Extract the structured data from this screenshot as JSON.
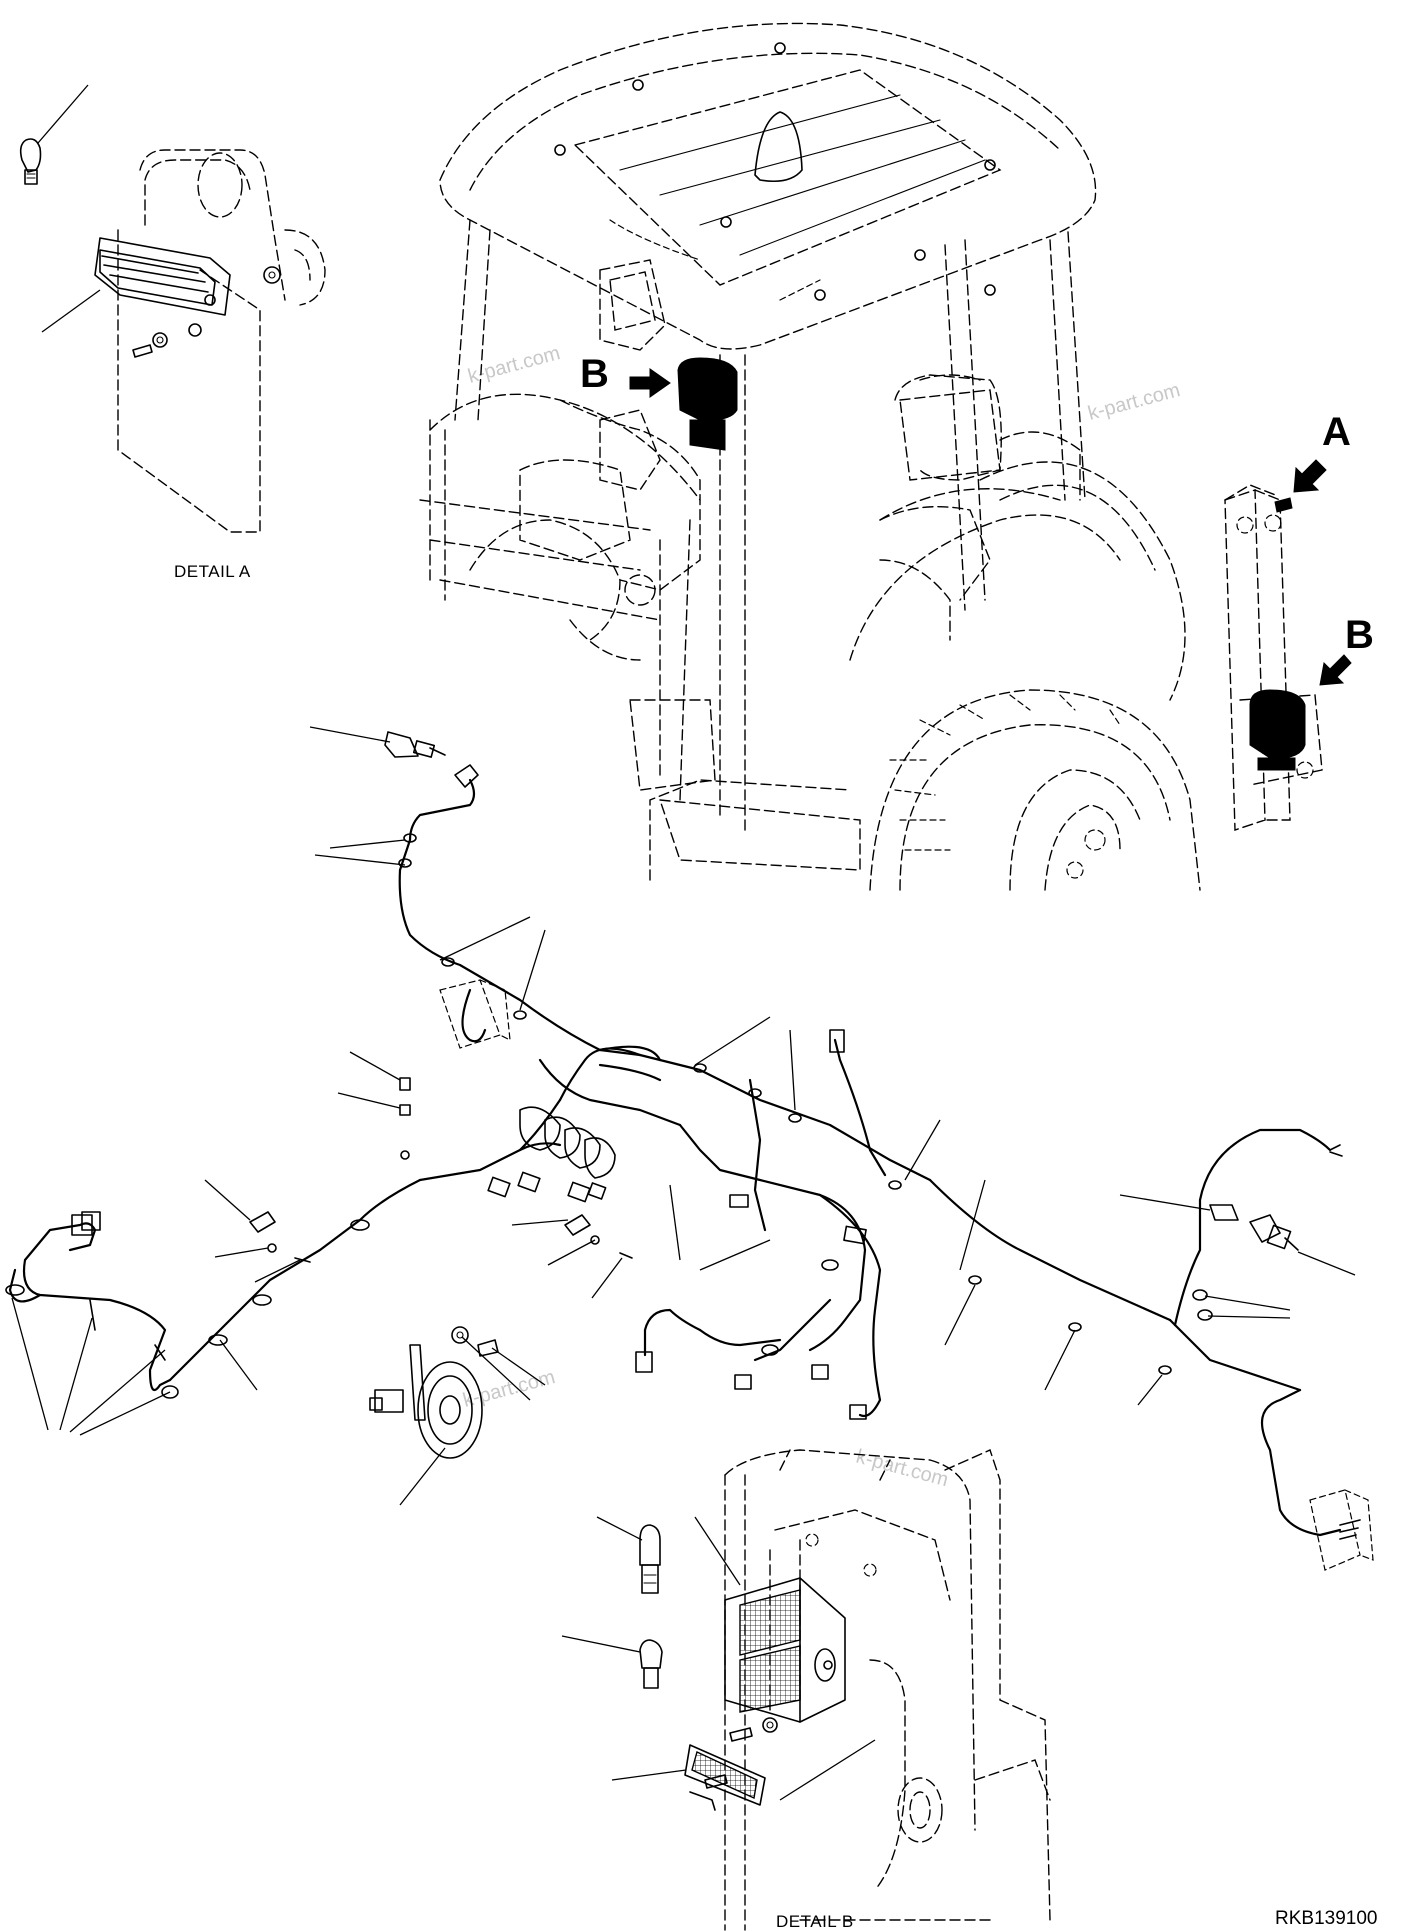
{
  "labels": {
    "detail_a": "DETAIL A",
    "detail_b": "DETAIL B",
    "drawing_code": "RKB139100",
    "callout_a": "A",
    "callout_b_cab": "B",
    "callout_b_pillar": "B"
  },
  "watermarks": [
    "k-part.com",
    "k-part.com",
    "k-part.com",
    "k-part.com"
  ],
  "colors": {
    "ink": "#000000",
    "watermark": "#c8c8c8",
    "background": "#ffffff"
  }
}
